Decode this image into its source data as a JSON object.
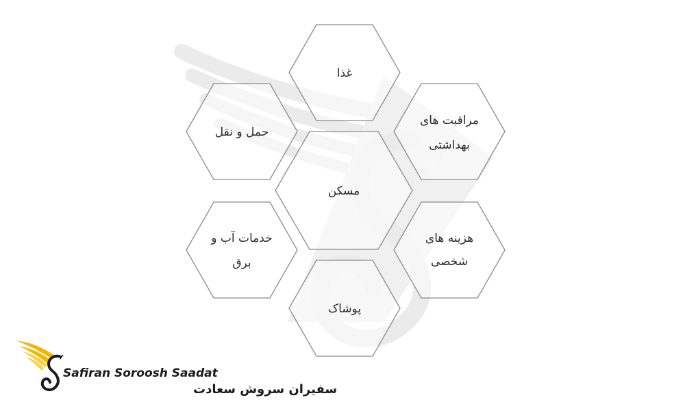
{
  "hexagons": {
    "top": {
      "label_lines": [
        "غذا"
      ]
    },
    "upper_left": {
      "label_lines": [
        "حمل و نقل"
      ]
    },
    "upper_right": {
      "label_lines": [
        "مراقبت های",
        "بهداشتی"
      ]
    },
    "center": {
      "label_lines": [
        "مسکن"
      ]
    },
    "lower_left": {
      "label_lines": [
        "خدمات آب و",
        "برق"
      ]
    },
    "lower_right": {
      "label_lines": [
        "هزینه های",
        "شخصی"
      ]
    },
    "bottom": {
      "label_lines": [
        "پوشاک"
      ]
    }
  },
  "logo": {
    "name_en": "Safiran Soroosh Saadat",
    "name_fa": "سفیران سروش سعادت",
    "colors": {
      "wing": "#f2b800",
      "wing_light": "#f8d24a",
      "bird": "#1a1a1a"
    }
  },
  "colors": {
    "hex_stroke": "#8a8a8a",
    "text": "#2b2b2b",
    "watermark": "#e9e9e9"
  }
}
